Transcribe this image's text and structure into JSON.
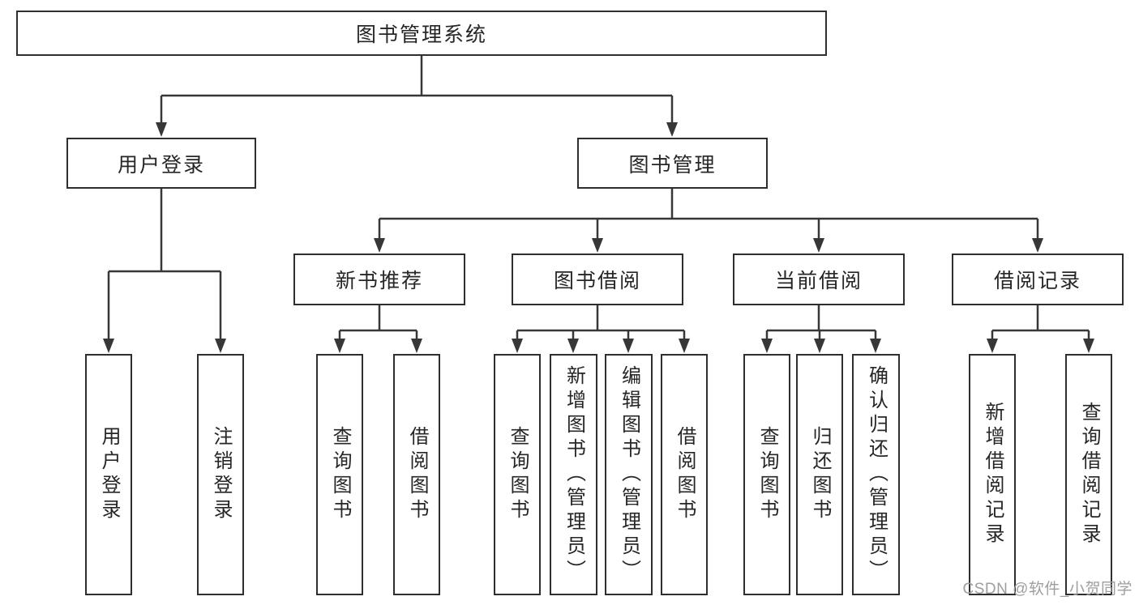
{
  "meta": {
    "kind": "hierarchy-diagram"
  },
  "colors": {
    "line": "#373737",
    "border": "#2e2e2e",
    "fill": "#ffffff",
    "text": "#262626",
    "watermark": "#9e9e9e",
    "bg": "#ffffff"
  },
  "watermark": {
    "text": "CSDN @软件_小贺同学"
  },
  "tree": {
    "label": "图书管理系统",
    "children": [
      {
        "label": "用户登录",
        "children": [
          {
            "label": "用户登录"
          },
          {
            "label": "注销登录"
          }
        ]
      },
      {
        "label": "图书管理",
        "children": [
          {
            "label": "新书推荐",
            "children": [
              {
                "label": "查询图书"
              },
              {
                "label": "借阅图书"
              }
            ]
          },
          {
            "label": "图书借阅",
            "children": [
              {
                "label": "查询图书"
              },
              {
                "label": "新增图书（管理员）"
              },
              {
                "label": "编辑图书（管理员）"
              },
              {
                "label": "借阅图书"
              }
            ]
          },
          {
            "label": "当前借阅",
            "children": [
              {
                "label": "查询图书"
              },
              {
                "label": "归还图书"
              },
              {
                "label": "确认归还（管理员）"
              }
            ]
          },
          {
            "label": "借阅记录",
            "children": [
              {
                "label": "新增借阅记录"
              },
              {
                "label": "查询借阅记录"
              }
            ]
          }
        ]
      }
    ]
  }
}
